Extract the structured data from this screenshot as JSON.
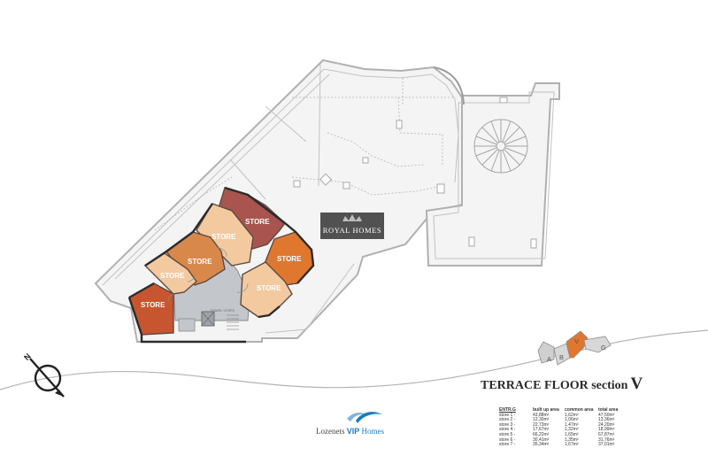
{
  "stores": [
    {
      "label": "STORE",
      "color": "#a9544e"
    },
    {
      "label": "STORE",
      "color": "#f3c9a0"
    },
    {
      "label": "STORE",
      "color": "#e0772f"
    },
    {
      "label": "STORE",
      "color": "#d8884a"
    },
    {
      "label": "STORE",
      "color": "#f3c9a0"
    },
    {
      "label": "STORE",
      "color": "#f3c9a0"
    },
    {
      "label": "STORE",
      "color": "#c7552f"
    }
  ],
  "watermark": "ROYAL HOMES",
  "stair_label": "STAIRS / STEPS",
  "title": {
    "main": "TERRACE FLOOR  section",
    "letter": "V"
  },
  "key_plan": {
    "sections": [
      "A",
      "B",
      "V",
      "G"
    ],
    "highlight": "V",
    "highlight_color": "#e0772f"
  },
  "logo": {
    "prefix": "Lozenets ",
    "vip": "VIP",
    "suffix": " Homes"
  },
  "area_table": {
    "headers": [
      "ENTR.G",
      "built up area",
      "common area",
      "total area"
    ],
    "rows": [
      [
        "store 1 -",
        "43,88m²",
        "1,62m²",
        "47,50m²"
      ],
      [
        "store 2 -",
        "12,30m²",
        "1,06m²",
        "13,36m²"
      ],
      [
        "store 3 -",
        "22,73m²",
        "1,47m²",
        "24,20m²"
      ],
      [
        "store 4 -",
        "17,67m²",
        "1,32m²",
        "18,99m²"
      ],
      [
        "store 5 -",
        "66,22m²",
        "1,65m²",
        "67,87m²"
      ],
      [
        "store 6 -",
        "30,41m²",
        "1,35m²",
        "31,76m²"
      ],
      [
        "store 7 -",
        "35,34m²",
        "1,67m²",
        "37,01m²"
      ]
    ]
  },
  "compass": {
    "letter": "N"
  }
}
